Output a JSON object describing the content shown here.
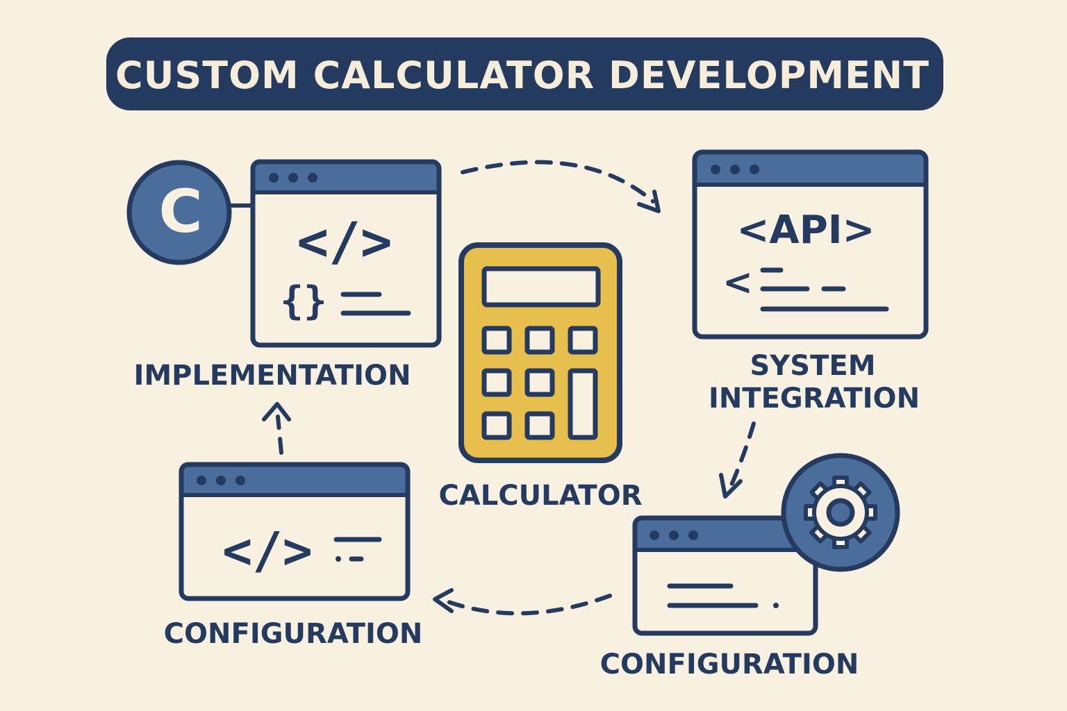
{
  "title": "CUSTOM CALCULATOR DEVELOPMENT",
  "nodes": {
    "implementation": {
      "label": "IMPLEMENTATION",
      "badge": "C",
      "code_tag": "</>",
      "braces": "{}"
    },
    "system_integration": {
      "label_line1": "SYSTEM",
      "label_line2": "INTEGRATION",
      "code_tag": "<API>",
      "arrow_glyph": "<"
    },
    "calculator": {
      "label": "CALCULATOR"
    },
    "configuration_right": {
      "label": "CONFIGURATION",
      "badge_icon": "gear-icon"
    },
    "configuration_left": {
      "label": "CONFIGURATION",
      "code_tag": "</>"
    }
  },
  "colors": {
    "background": "#f8f0e1",
    "navy": "#243a5e",
    "blue": "#4a6d9c",
    "gold": "#e8bf4c",
    "cream": "#f8f0e1",
    "text_light": "#f5ecd9"
  }
}
